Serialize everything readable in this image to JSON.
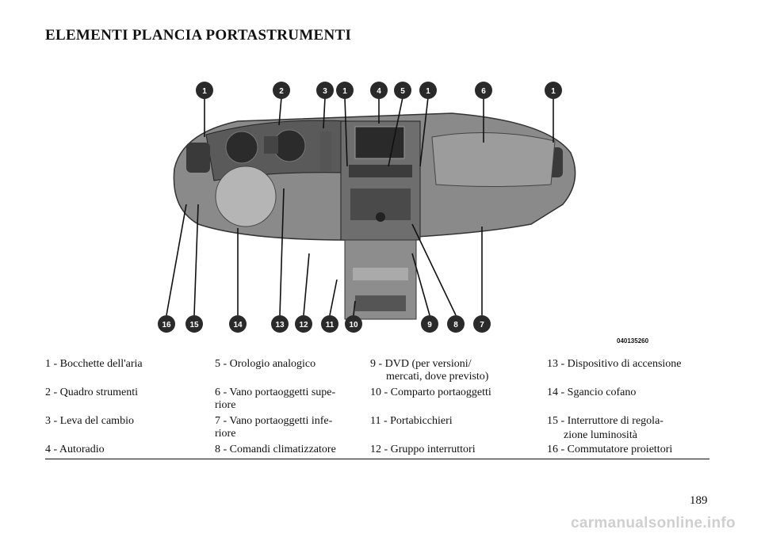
{
  "title": "ELEMENTI PLANCIA PORTASTRUMENTI",
  "figure": {
    "code": "040135260",
    "callouts_top": [
      "1",
      "2",
      "3",
      "1",
      "4",
      "5",
      "1",
      "6",
      "1"
    ],
    "callouts_bottom": [
      "16",
      "15",
      "14",
      "13",
      "12",
      "11",
      "10",
      "9",
      "8",
      "7"
    ]
  },
  "legend": [
    [
      "1 - Bocchette dell'aria",
      "2 - Quadro strumenti",
      "3 - Leva del cambio",
      "4 - Autoradio"
    ],
    [
      "5 - Orologio analogico",
      "6 - Vano portaoggetti supe-",
      "riore",
      "7 - Vano portaoggetti infe-",
      "riore",
      "8 - Comandi climatizzatore"
    ],
    [
      "9 - DVD (per versioni/",
      "mercati, dove previsto)",
      "10 - Comparto portaoggetti",
      "11 - Portabicchieri",
      "12 - Gruppo interruttori"
    ],
    [
      "13 - Dispositivo di accensione",
      "14 - Sgancio cofano",
      "15 - Interruttore di regola-",
      "zione luminosità",
      "16 - Commutatore proiettori"
    ]
  ],
  "page_number": "189",
  "watermark": "carmanualsonline.info"
}
